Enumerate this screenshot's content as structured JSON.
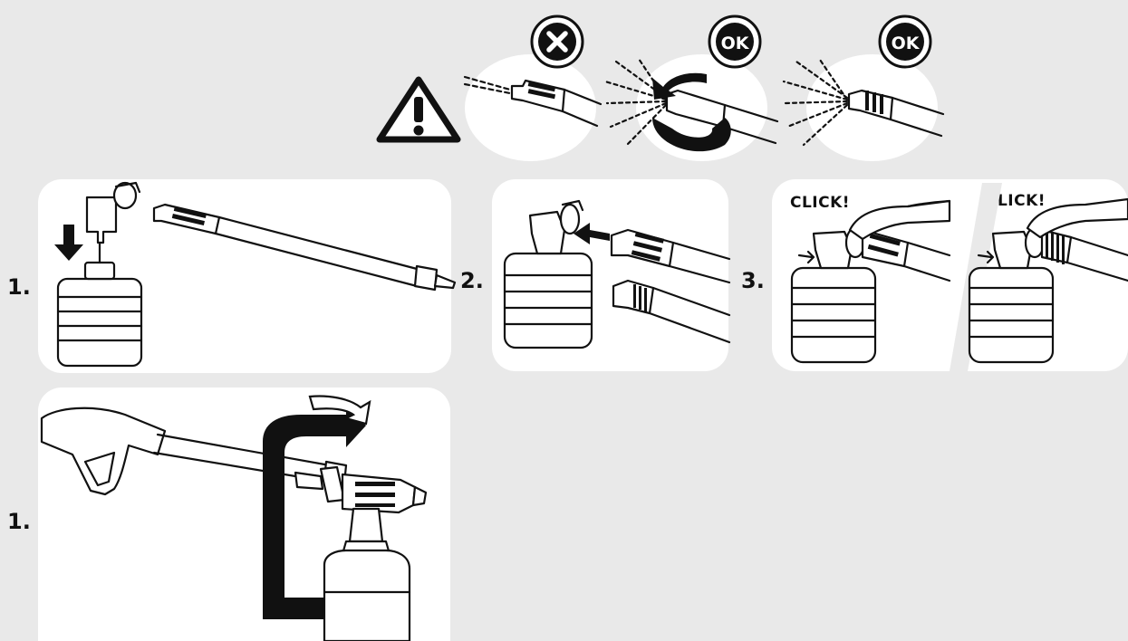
{
  "warning": {
    "icon": "warning-triangle-icon",
    "badges": [
      "✕",
      "OK",
      "OK"
    ],
    "badge_icons": [
      "cross-badge-icon",
      "ok-badge-icon",
      "ok-badge-icon"
    ]
  },
  "steps_row1": [
    {
      "label": "1."
    },
    {
      "label": "2."
    },
    {
      "label": "3.",
      "click_labels": [
        "CLICK!",
        "CLICK!"
      ]
    }
  ],
  "step_row2": {
    "label": "1."
  },
  "colors": {
    "background": "#e9e9e9",
    "panel": "#ffffff",
    "ink": "#111111"
  }
}
